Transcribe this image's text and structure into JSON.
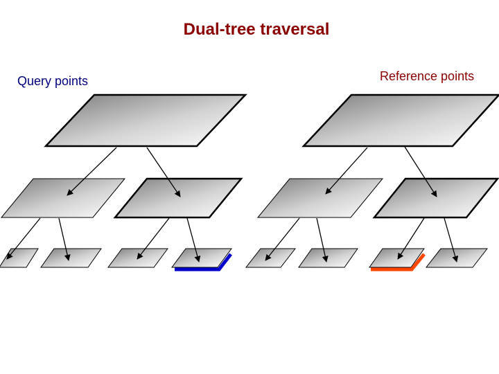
{
  "title": "Dual-tree traversal",
  "query_tree": {
    "label": "Query points",
    "label_color": "#000080",
    "highlight_color": "#0000cc"
  },
  "reference_tree": {
    "label": "Reference points",
    "label_color": "#8b0000",
    "highlight_color": "#ff4500"
  },
  "title_color": "#8b0000"
}
